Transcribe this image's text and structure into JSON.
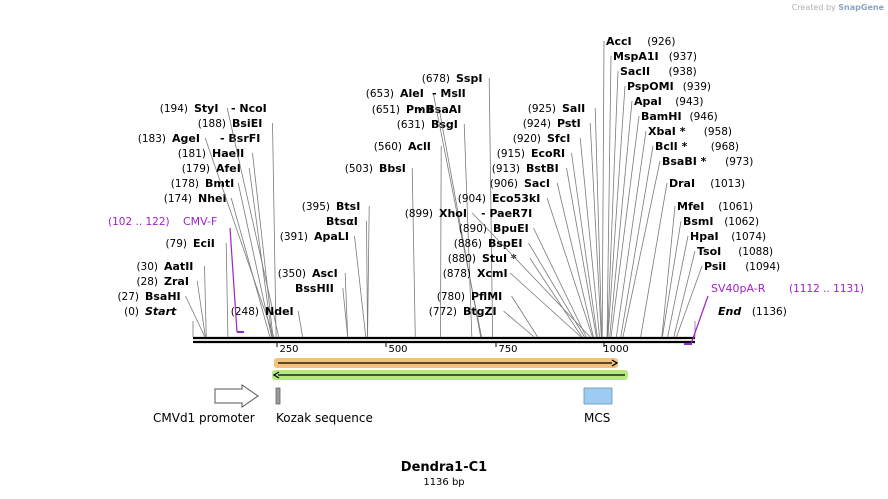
{
  "brand": {
    "created_by": "Created by",
    "name": "SnapGene"
  },
  "map": {
    "name": "Dendra1-C1",
    "length_label": "1136 bp",
    "length_bp": 1136,
    "ruler_ticks": [
      "250",
      "500",
      "750",
      "1000"
    ],
    "sites": [
      {
        "name": "Start",
        "pos": "(0)",
        "bp": 0,
        "italic": true
      },
      {
        "name": "BsaHI",
        "pos": "(27)",
        "bp": 27
      },
      {
        "name": "ZraI",
        "pos": "(28)",
        "bp": 28
      },
      {
        "name": "AatII",
        "pos": "(30)",
        "bp": 30
      },
      {
        "name": "EciI",
        "pos": "(79)",
        "bp": 79
      },
      {
        "name": "NheI",
        "pos": "(174)",
        "bp": 174
      },
      {
        "name": "BmtI",
        "pos": "(178)",
        "bp": 178
      },
      {
        "name": "AfeI",
        "pos": "(179)",
        "bp": 179
      },
      {
        "name": "HaeII",
        "pos": "(181)",
        "bp": 181
      },
      {
        "name": "AgeI",
        "pos": "(183)",
        "bp": 183,
        "suffix": "- BsrFI"
      },
      {
        "name": "BsiEI",
        "pos": "(188)",
        "bp": 188
      },
      {
        "name": "StyI",
        "pos": "(194)",
        "bp": 194,
        "suffix": "- NcoI"
      },
      {
        "name": "NdeI",
        "pos": "(248)",
        "bp": 248
      },
      {
        "name": "BssHII",
        "pos": "",
        "bp": 350
      },
      {
        "name": "AscI",
        "pos": "(350)",
        "bp": 350
      },
      {
        "name": "ApaLI",
        "pos": "(391)",
        "bp": 391
      },
      {
        "name": "BtsαI",
        "pos": "",
        "bp": 395
      },
      {
        "name": "BtsI",
        "pos": "(395)",
        "bp": 395
      },
      {
        "name": "BbsI",
        "pos": "(503)",
        "bp": 503
      },
      {
        "name": "AclI",
        "pos": "(560)",
        "bp": 560
      },
      {
        "name": "BsgI",
        "pos": "(631)",
        "bp": 631
      },
      {
        "name": "PmlI",
        "pos": "(651)",
        "bp": 651,
        "suffix": "- BsaAI"
      },
      {
        "name": "AleI",
        "pos": "(653)",
        "bp": 653,
        "suffix": "- MslI"
      },
      {
        "name": "SspI",
        "pos": "(678)",
        "bp": 678
      },
      {
        "name": "BtgZI",
        "pos": "(772)",
        "bp": 772
      },
      {
        "name": "PflMI",
        "pos": "(780)",
        "bp": 780
      },
      {
        "name": "XcmI",
        "pos": "(878)",
        "bp": 878
      },
      {
        "name": "StuI *",
        "pos": "(880)",
        "bp": 880
      },
      {
        "name": "BspEI",
        "pos": "(886)",
        "bp": 886
      },
      {
        "name": "BpuEI",
        "pos": "(890)",
        "bp": 890
      },
      {
        "name": "XhoI",
        "pos": "(899)",
        "bp": 899,
        "suffix": "- PaeR7I"
      },
      {
        "name": "Eco53kI",
        "pos": "(904)",
        "bp": 904
      },
      {
        "name": "SacI",
        "pos": "(906)",
        "bp": 906
      },
      {
        "name": "BstBI",
        "pos": "(913)",
        "bp": 913
      },
      {
        "name": "EcoRI",
        "pos": "(915)",
        "bp": 915
      },
      {
        "name": "SfcI",
        "pos": "(920)",
        "bp": 920
      },
      {
        "name": "PstI",
        "pos": "(924)",
        "bp": 924
      },
      {
        "name": "SalI",
        "pos": "(925)",
        "bp": 925
      },
      {
        "name": "AccI",
        "pos": "(926)",
        "bp": 926
      },
      {
        "name": "MspA1I",
        "pos": "(937)",
        "bp": 937
      },
      {
        "name": "SacII",
        "pos": "(938)",
        "bp": 938
      },
      {
        "name": "PspOMI",
        "pos": "(939)",
        "bp": 939
      },
      {
        "name": "ApaI",
        "pos": "(943)",
        "bp": 943
      },
      {
        "name": "BamHI",
        "pos": "(946)",
        "bp": 946
      },
      {
        "name": "XbaI *",
        "pos": "(958)",
        "bp": 958
      },
      {
        "name": "BclI *",
        "pos": "(968)",
        "bp": 968
      },
      {
        "name": "BsaBI *",
        "pos": "(973)",
        "bp": 973
      },
      {
        "name": "DraI",
        "pos": "(1013)",
        "bp": 1013
      },
      {
        "name": "MfeI",
        "pos": "(1061)",
        "bp": 1061
      },
      {
        "name": "BsmI",
        "pos": "(1062)",
        "bp": 1062
      },
      {
        "name": "HpaI",
        "pos": "(1074)",
        "bp": 1074
      },
      {
        "name": "TsoI",
        "pos": "(1088)",
        "bp": 1088
      },
      {
        "name": "PsiI",
        "pos": "(1094)",
        "bp": 1094
      },
      {
        "name": "End",
        "pos": "(1136)",
        "bp": 1136,
        "italic": true
      }
    ],
    "primers": [
      {
        "name": "CMV-F",
        "range": "(102 .. 122)",
        "start": 102,
        "end": 122
      },
      {
        "name": "SV40pA-R",
        "range": "(1112 .. 1131)",
        "start": 1112,
        "end": 1131
      }
    ],
    "features": [
      {
        "name": "CMVd1 promoter",
        "shape": "arrow-outline"
      },
      {
        "name": "Kozak sequence",
        "shape": "box-gray"
      },
      {
        "name": "MCS",
        "shape": "box-blue"
      }
    ],
    "orf_bars": [
      {
        "direction": "forward",
        "color": "#e8a13a"
      },
      {
        "direction": "reverse",
        "color": "#7ed23a"
      }
    ],
    "colors": {
      "primer": "#a020c8",
      "mcs": "#9ecbf2",
      "orf_forward": "#f3c27a",
      "orf_reverse": "#b7ea7c"
    }
  }
}
